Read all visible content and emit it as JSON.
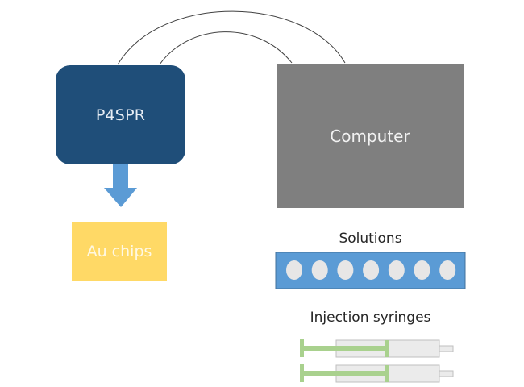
{
  "diagram": {
    "nodes": {
      "p4spr": {
        "label": "P4SPR",
        "color": "#1f4e79"
      },
      "computer": {
        "label": "Computer",
        "color": "#7f7f7f"
      },
      "au_chips": {
        "label": "Au chips",
        "color": "#ffd966"
      }
    },
    "labels": {
      "solutions": "Solutions",
      "injection_syringes": "Injection syringes"
    },
    "connections": [
      {
        "from": "P4SPR",
        "to": "Computer",
        "type": "cable"
      },
      {
        "from": "P4SPR",
        "to": "Computer",
        "type": "cable"
      },
      {
        "from": "P4SPR",
        "to": "Au chips",
        "type": "arrow"
      }
    ],
    "solutions_tray": {
      "well_count": 7,
      "tray_color": "#5b9bd5",
      "well_color": "#e7e6e6"
    },
    "syringes": {
      "count": 2,
      "plunger_color": "#a9d18e",
      "barrel_color": "#ebebeb"
    },
    "arrow_color": "#5b9bd5"
  }
}
